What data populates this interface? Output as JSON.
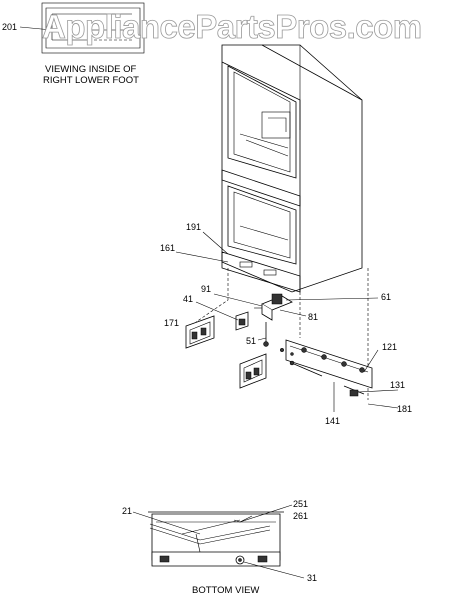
{
  "watermark": "AppliancePartsPros.com",
  "captions": {
    "inset_top": [
      "VIEWING INSIDE OF",
      "RIGHT LOWER FOOT"
    ],
    "bottom_view": "BOTTOM VIEW"
  },
  "callouts": [
    {
      "id": "201",
      "text": "201"
    },
    {
      "id": "191",
      "text": "191"
    },
    {
      "id": "161",
      "text": "161"
    },
    {
      "id": "91",
      "text": "91"
    },
    {
      "id": "41",
      "text": "41"
    },
    {
      "id": "171",
      "text": "171"
    },
    {
      "id": "61",
      "text": "61"
    },
    {
      "id": "81",
      "text": "81"
    },
    {
      "id": "51",
      "text": "51"
    },
    {
      "id": "121",
      "text": "121"
    },
    {
      "id": "131",
      "text": "131"
    },
    {
      "id": "181",
      "text": "181"
    },
    {
      "id": "141",
      "text": "141"
    },
    {
      "id": "21",
      "text": "21"
    },
    {
      "id": "251",
      "text": "251"
    },
    {
      "id": "261",
      "text": "261"
    },
    {
      "id": "31",
      "text": "31"
    }
  ]
}
